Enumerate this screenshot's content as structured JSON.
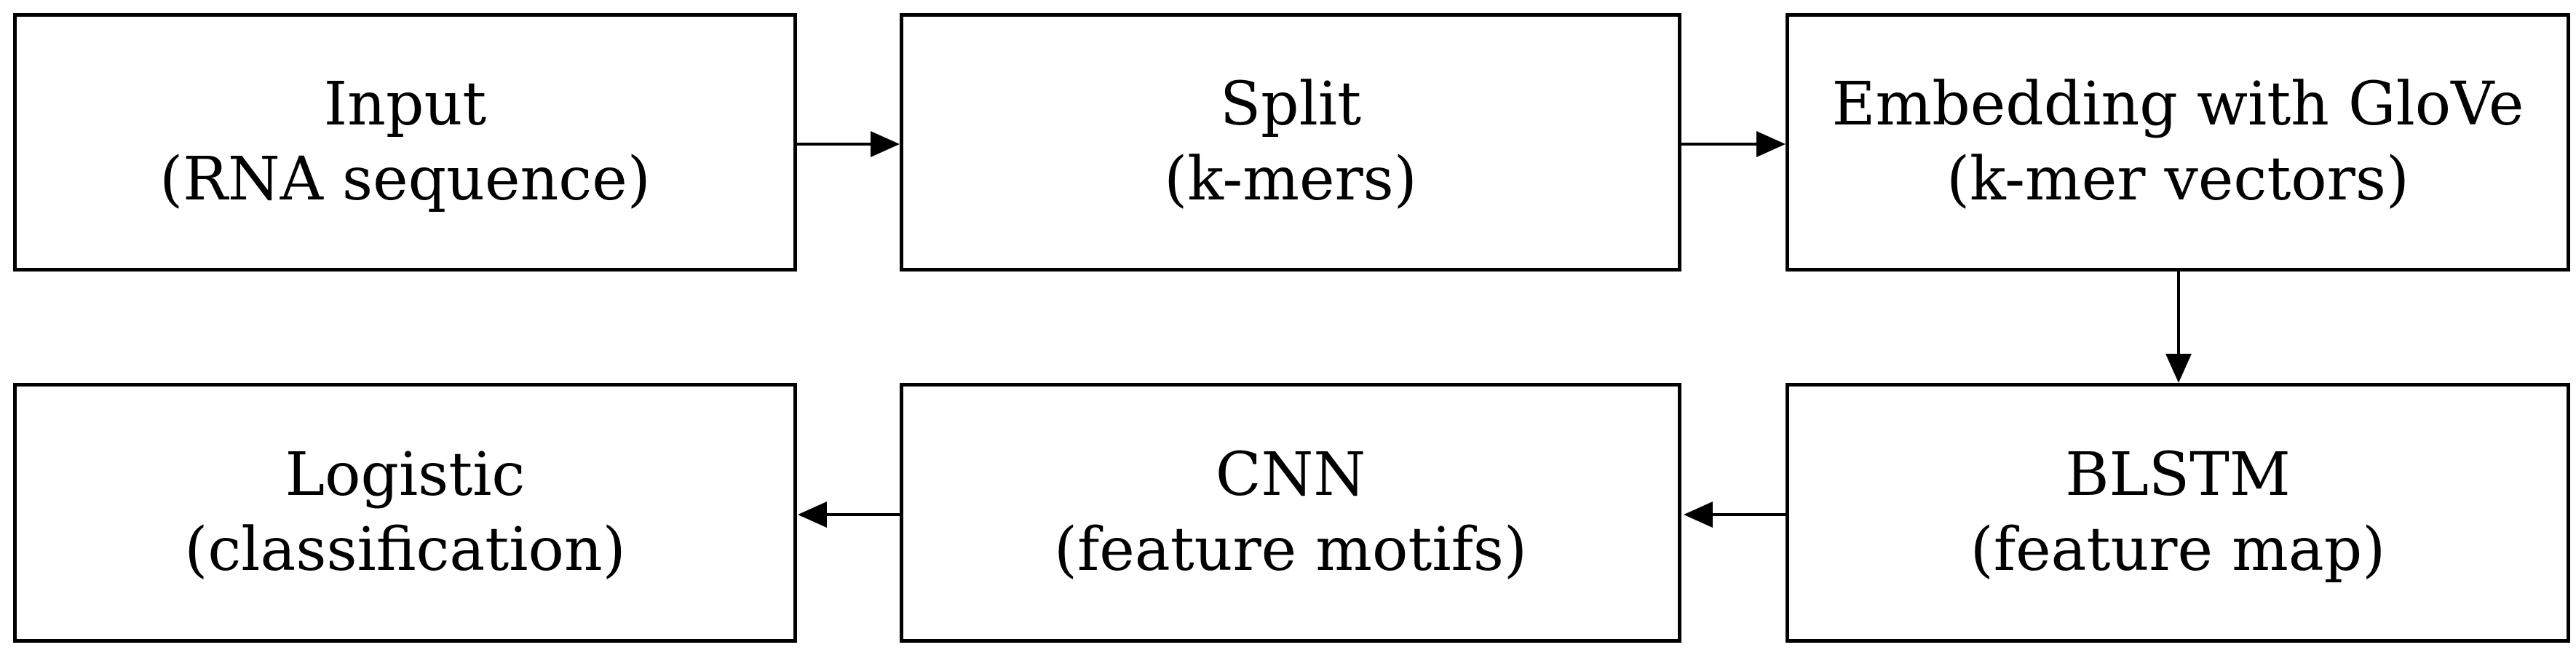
{
  "nodes": [
    {
      "id": "input",
      "title": "Input",
      "subtitle": "(RNA sequence)"
    },
    {
      "id": "split",
      "title": "Split",
      "subtitle": "(k-mers)"
    },
    {
      "id": "embedding",
      "title": "Embedding with GloVe",
      "subtitle": "(k-mer vectors)"
    },
    {
      "id": "blstm",
      "title": "BLSTM",
      "subtitle": "(feature map)"
    },
    {
      "id": "cnn",
      "title": "CNN",
      "subtitle": "(feature motifs)"
    },
    {
      "id": "logistic",
      "title": "Logistic",
      "subtitle": "(classification)"
    }
  ],
  "edges": [
    {
      "from": "input",
      "to": "split"
    },
    {
      "from": "split",
      "to": "embedding"
    },
    {
      "from": "embedding",
      "to": "blstm"
    },
    {
      "from": "blstm",
      "to": "cnn"
    },
    {
      "from": "cnn",
      "to": "logistic"
    }
  ],
  "colors": {
    "stroke": "#000000",
    "background": "#ffffff"
  }
}
